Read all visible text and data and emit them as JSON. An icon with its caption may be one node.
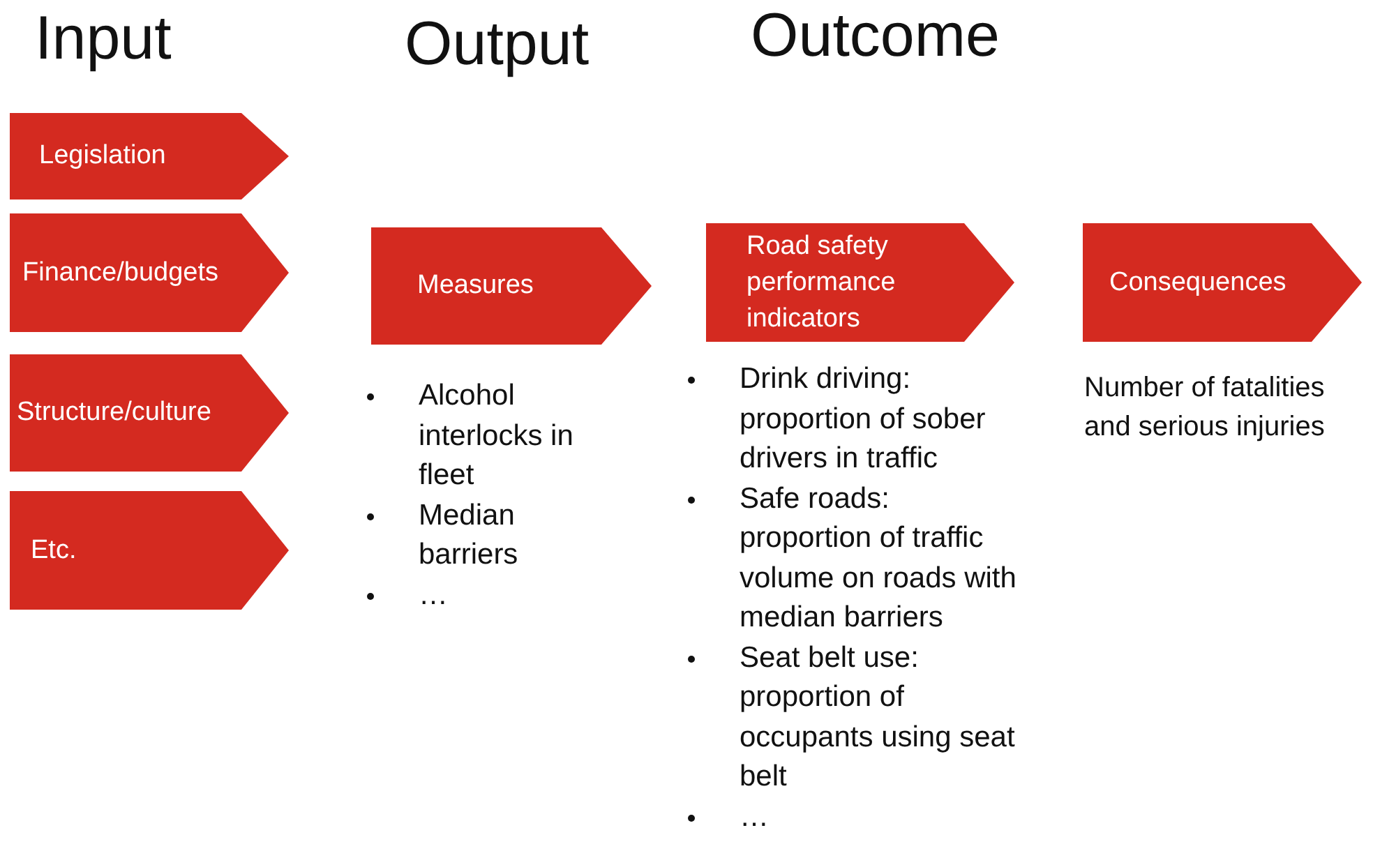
{
  "diagram": {
    "nodes": [
      {
        "text": [
          "Legislation"
        ]
      },
      {
        "text": [
          "Finance/budgets"
        ]
      },
      {
        "text": [
          "Structure/culture"
        ]
      },
      {
        "text": [
          "Etc."
        ]
      },
      {
        "text": [
          "Measures"
        ],
        "beside": [
          "Alcohol interlocks in fleet",
          "Median barriers",
          "…"
        ]
      },
      {
        "text": [
          "Road safety performance indicators"
        ],
        "beside": [
          "Drink driving: proportion of sober drivers in traffic",
          "Safe roads: proportion of traffic volume on roads with median barriers",
          "Seat belt use: proportion of occupants using seat belt",
          "…"
        ]
      },
      {
        "text": [
          "Consequences"
        ],
        "beside": [
          "Number of fatalities and serious injuries"
        ]
      }
    ],
    "labels": [
      "Input",
      "Output",
      "Outcome"
    ]
  }
}
